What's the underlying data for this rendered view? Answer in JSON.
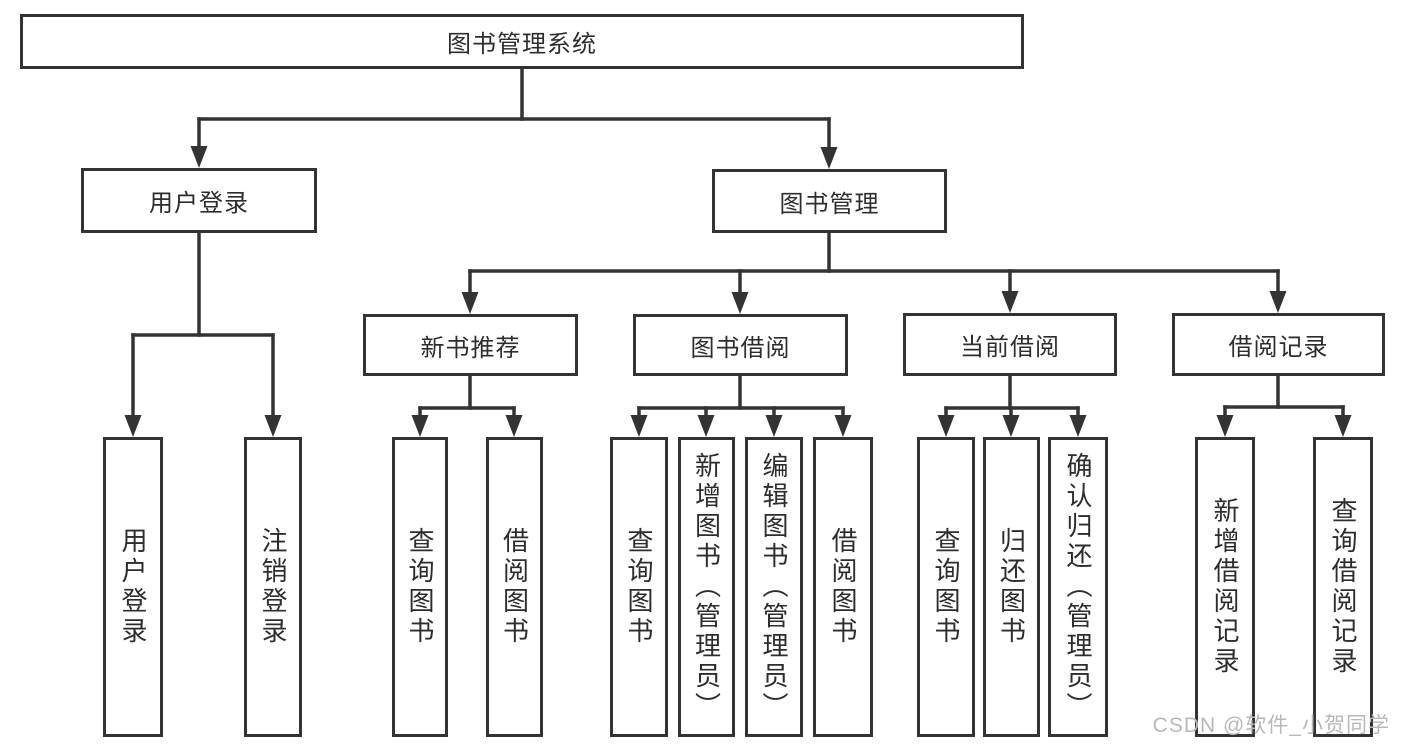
{
  "colors": {
    "line": "#333333",
    "text": "#2d2d2d",
    "background": "#ffffff",
    "watermark": "#b8b8b8"
  },
  "watermark": {
    "text": "CSDN @软件_小贺同学"
  },
  "tree": {
    "label": "图书管理系统",
    "children": [
      {
        "label": "用户登录",
        "children": [
          {
            "label": "用户登录"
          },
          {
            "label": "注销登录"
          }
        ]
      },
      {
        "label": "图书管理",
        "children": [
          {
            "label": "新书推荐",
            "children": [
              {
                "label": "查询图书"
              },
              {
                "label": "借阅图书"
              }
            ]
          },
          {
            "label": "图书借阅",
            "children": [
              {
                "label": "查询图书"
              },
              {
                "label": "新增图书（管理员）"
              },
              {
                "label": "编辑图书（管理员）"
              },
              {
                "label": "借阅图书"
              }
            ]
          },
          {
            "label": "当前借阅",
            "children": [
              {
                "label": "查询图书"
              },
              {
                "label": "归还图书"
              },
              {
                "label": "确认归还（管理员）"
              }
            ]
          },
          {
            "label": "借阅记录",
            "children": [
              {
                "label": "新增借阅记录"
              },
              {
                "label": "查询借阅记录"
              }
            ]
          }
        ]
      }
    ]
  }
}
